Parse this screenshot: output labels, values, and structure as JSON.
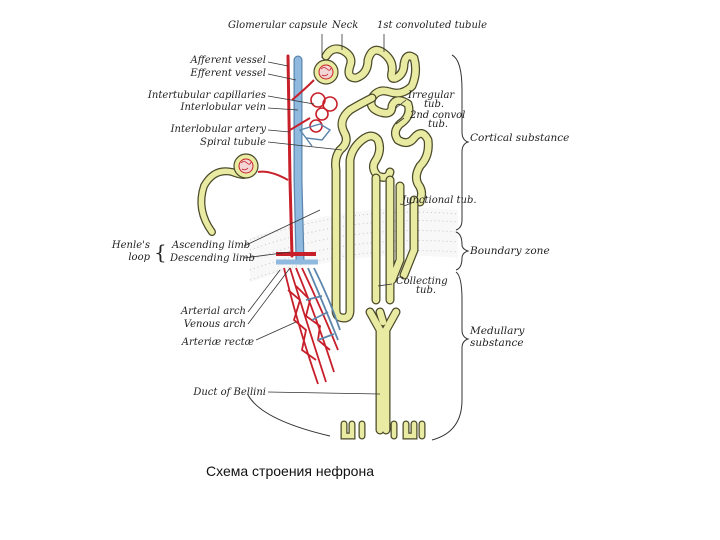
{
  "labels": {
    "glomerular_capsule": "Glomerular capsule",
    "neck": "Neck",
    "first_convoluted_tubule": "1st convoluted tubule",
    "afferent_vessel": "Afferent vessel",
    "efferent_vessel": "Efferent vessel",
    "intertubular_capillaries": "Intertubular capillaries",
    "interlobular_vein": "Interlobular vein",
    "interlobular_artery": "Interlobular artery",
    "spiral_tubule": "Spiral tubule",
    "irregular_tub_1": "Irregular",
    "irregular_tub_2": "tub.",
    "second_convol_1": "2nd convol",
    "second_convol_2": "tub.",
    "cortical_substance": "Cortical substance",
    "junctional_tub": "Junctional tub.",
    "henles_loop_1": "Henle's",
    "henles_loop_2": "loop",
    "ascending_limb": "Ascending limb",
    "descending_limb": "Descending limb",
    "boundary_zone": "Boundary zone",
    "collecting_tub_1": "Collecting",
    "collecting_tub_2": "tub.",
    "arterial_arch": "Arterial arch",
    "venous_arch": "Venous arch",
    "arteriae_rectae": "Arteriæ rectæ",
    "medullary_1": "Medullary",
    "medullary_2": "substance",
    "duct_of_bellini": "Duct of Bellini"
  },
  "caption": "Схема строения нефрона",
  "colors": {
    "tubule_fill": "#e9eba2",
    "tubule_stroke": "#4b4a2a",
    "artery": "#c8202a",
    "vein": "#8fb9de",
    "line": "#333333"
  }
}
